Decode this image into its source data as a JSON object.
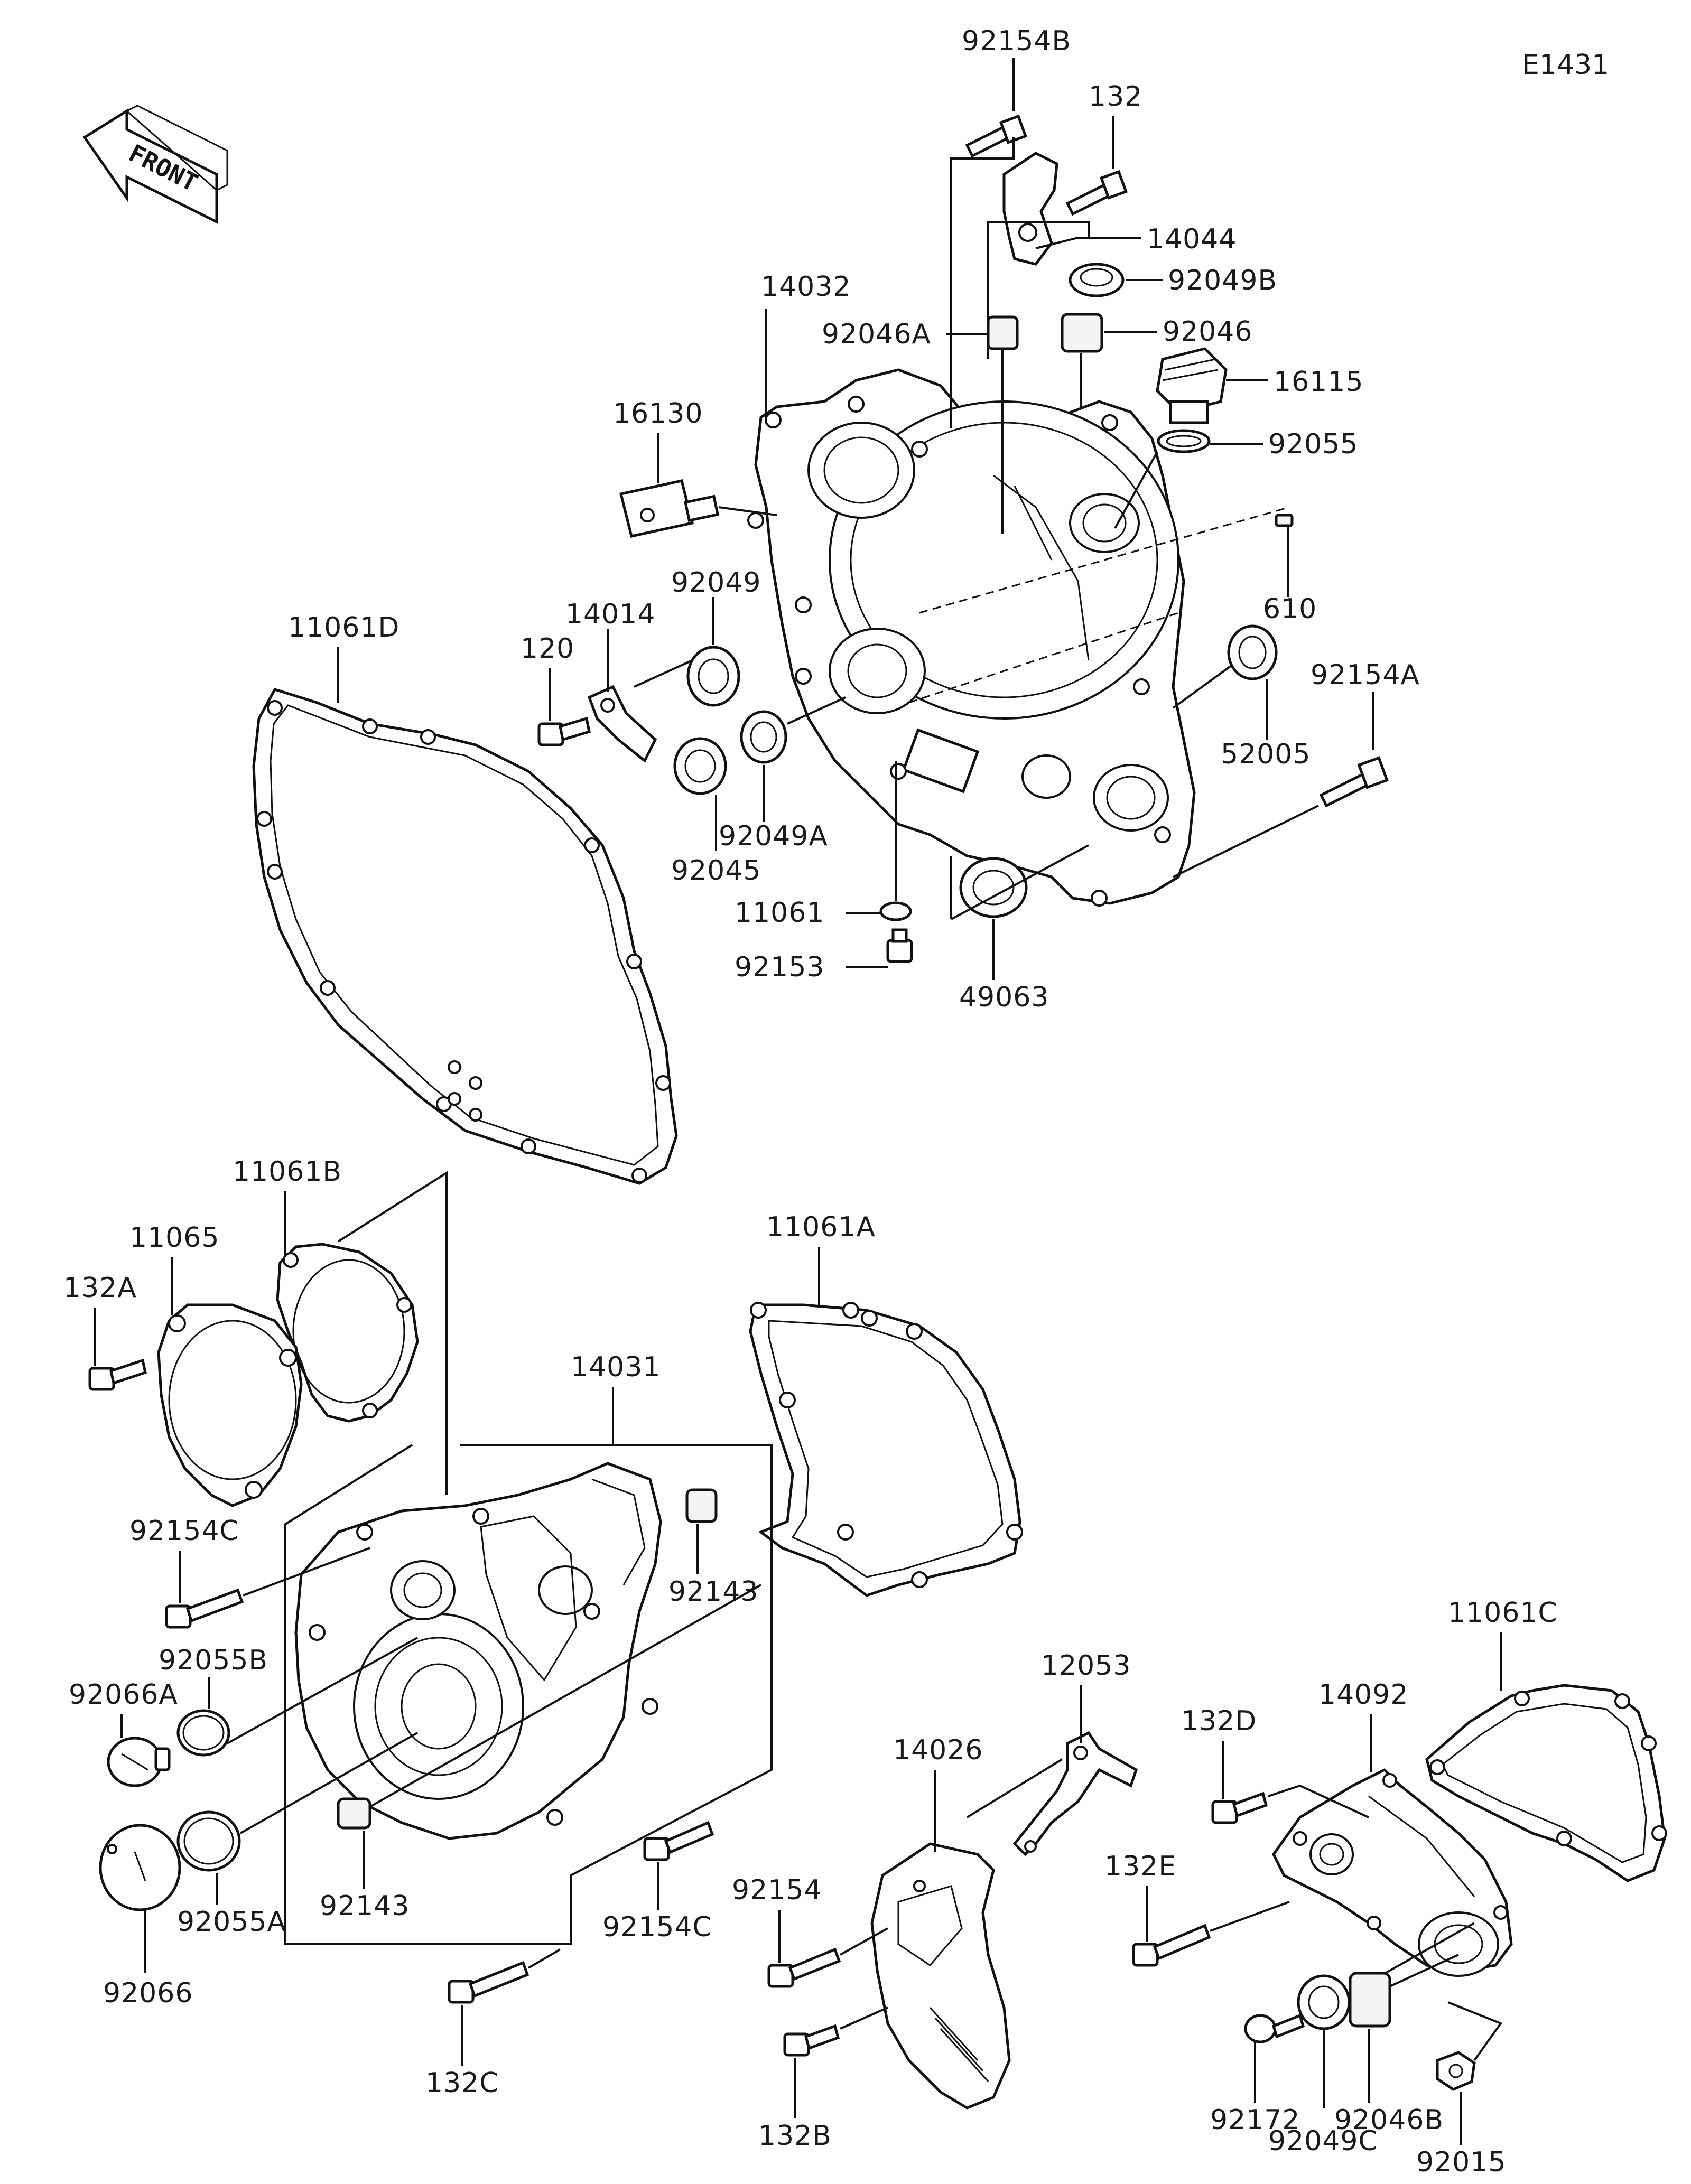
{
  "diagram": {
    "code": "E1431",
    "front_label": "FRONT",
    "callouts": [
      {
        "id": "92154B",
        "text": "92154B"
      },
      {
        "id": "132",
        "text": "132"
      },
      {
        "id": "14044",
        "text": "14044"
      },
      {
        "id": "92049B",
        "text": "92049B"
      },
      {
        "id": "92046A",
        "text": "92046A"
      },
      {
        "id": "92046",
        "text": "92046"
      },
      {
        "id": "14032",
        "text": "14032"
      },
      {
        "id": "16115",
        "text": "16115"
      },
      {
        "id": "16130",
        "text": "16130"
      },
      {
        "id": "92055",
        "text": "92055"
      },
      {
        "id": "610",
        "text": "610"
      },
      {
        "id": "92049",
        "text": "92049"
      },
      {
        "id": "14014",
        "text": "14014"
      },
      {
        "id": "11061D",
        "text": "11061D"
      },
      {
        "id": "120",
        "text": "120"
      },
      {
        "id": "92154A",
        "text": "92154A"
      },
      {
        "id": "52005",
        "text": "52005"
      },
      {
        "id": "92049A",
        "text": "92049A"
      },
      {
        "id": "92045",
        "text": "92045"
      },
      {
        "id": "11061",
        "text": "11061"
      },
      {
        "id": "92153",
        "text": "92153"
      },
      {
        "id": "49063",
        "text": "49063"
      },
      {
        "id": "11061B",
        "text": "11061B"
      },
      {
        "id": "11065",
        "text": "11065"
      },
      {
        "id": "132A",
        "text": "132A"
      },
      {
        "id": "11061A",
        "text": "11061A"
      },
      {
        "id": "14031",
        "text": "14031"
      },
      {
        "id": "92154C_top",
        "text": "92154C"
      },
      {
        "id": "92143_top",
        "text": "92143"
      },
      {
        "id": "92055B",
        "text": "92055B"
      },
      {
        "id": "92066A",
        "text": "92066A"
      },
      {
        "id": "92143_bot",
        "text": "92143"
      },
      {
        "id": "92055A",
        "text": "92055A"
      },
      {
        "id": "92066",
        "text": "92066"
      },
      {
        "id": "92154C_bot",
        "text": "92154C"
      },
      {
        "id": "132C",
        "text": "132C"
      },
      {
        "id": "12053",
        "text": "12053"
      },
      {
        "id": "14026",
        "text": "14026"
      },
      {
        "id": "92154",
        "text": "92154"
      },
      {
        "id": "132B",
        "text": "132B"
      },
      {
        "id": "11061C",
        "text": "11061C"
      },
      {
        "id": "14092",
        "text": "14092"
      },
      {
        "id": "132D",
        "text": "132D"
      },
      {
        "id": "132E",
        "text": "132E"
      },
      {
        "id": "92172",
        "text": "92172"
      },
      {
        "id": "92046B",
        "text": "92046B"
      },
      {
        "id": "92049C",
        "text": "92049C"
      },
      {
        "id": "92015",
        "text": "92015"
      }
    ]
  }
}
